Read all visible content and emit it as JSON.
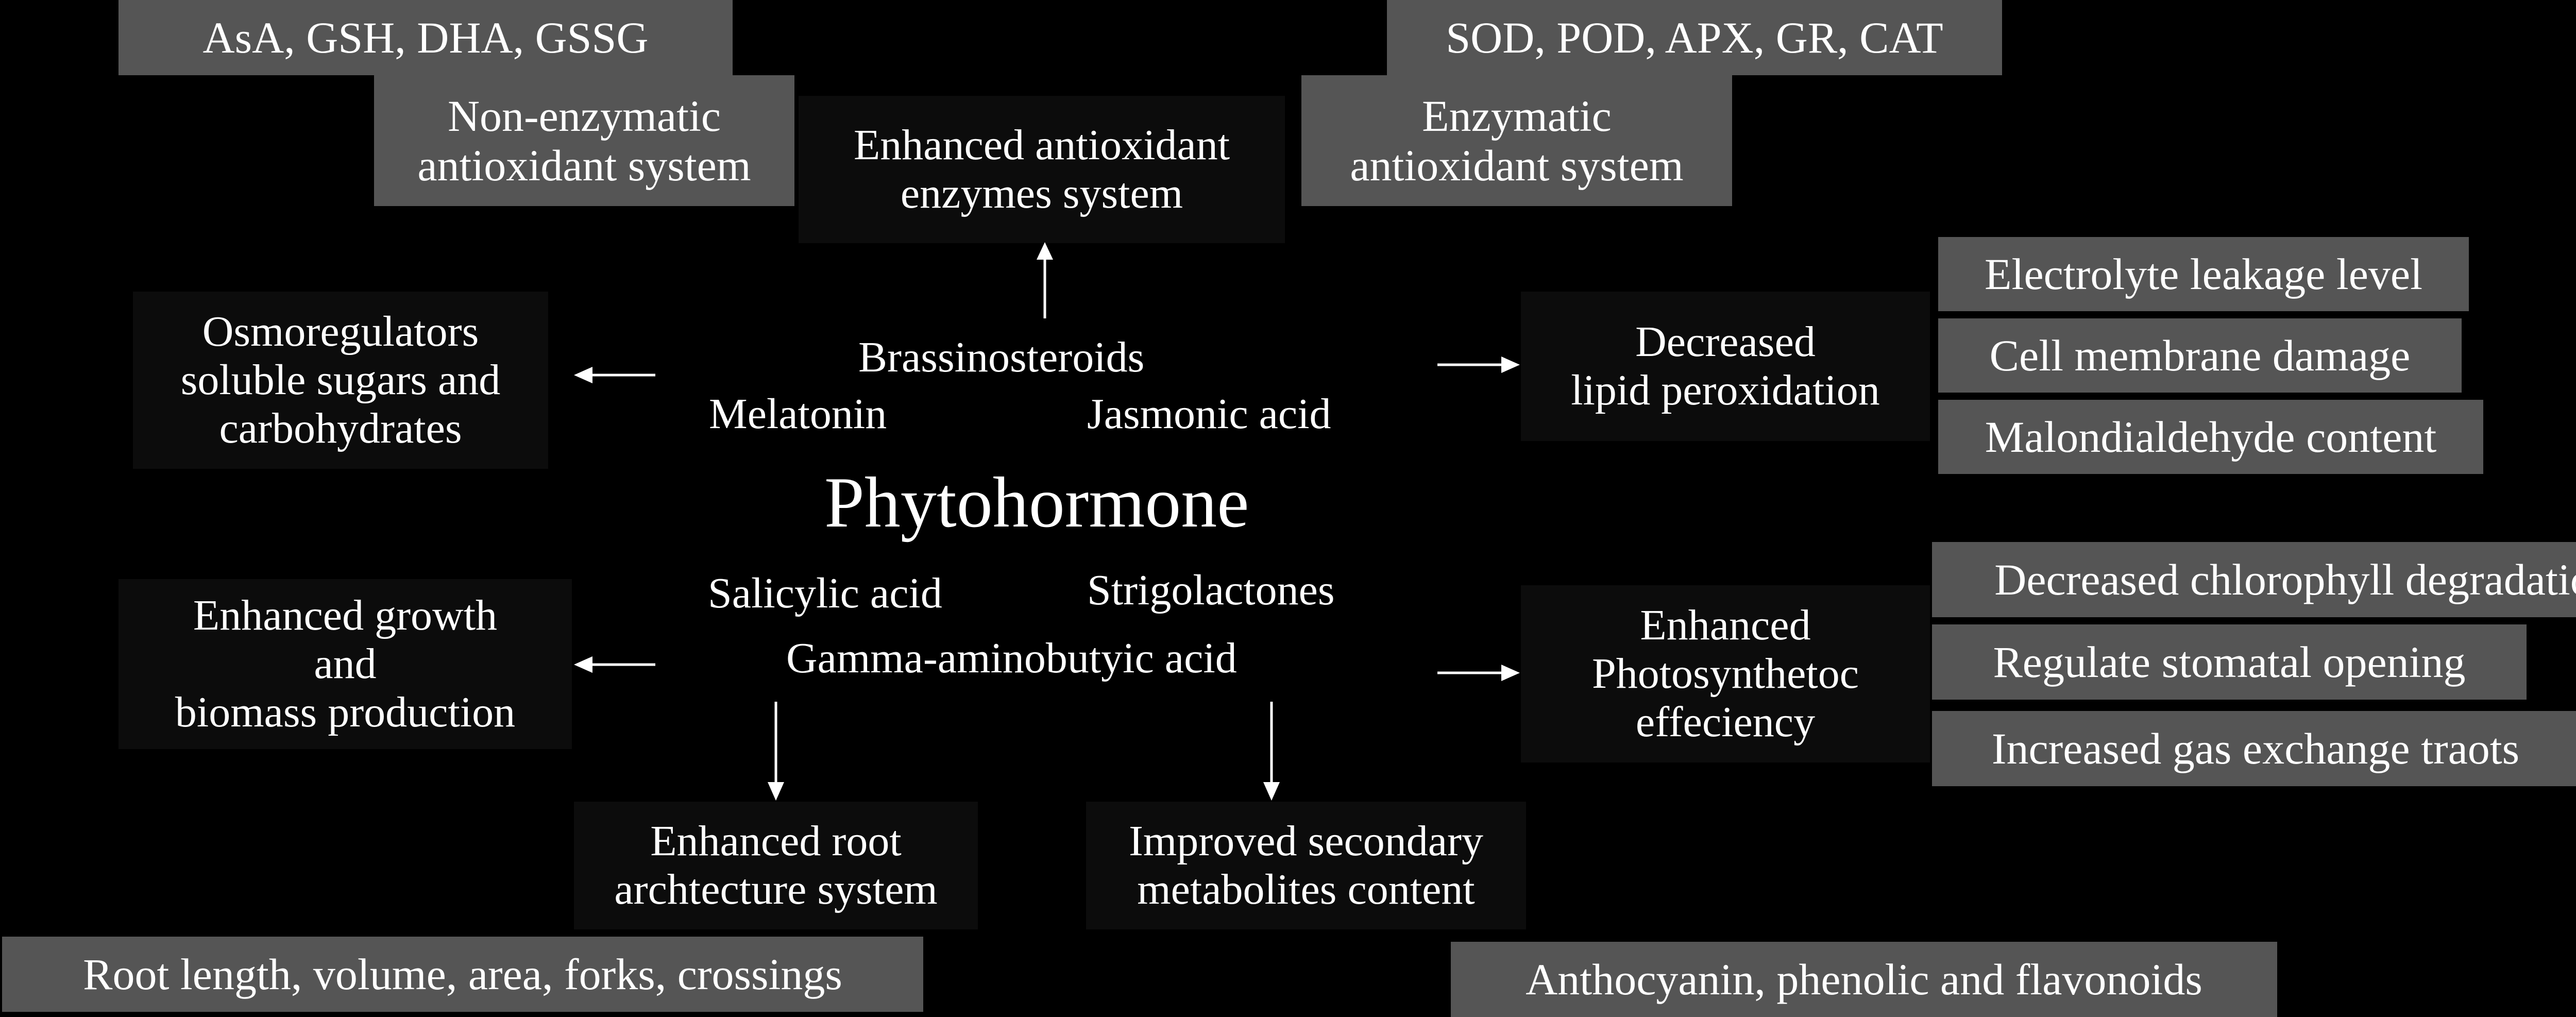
{
  "colors": {
    "background": "#000000",
    "gray_box": "#555555",
    "dark_box": "#0c0c0c",
    "text": "#ffffff",
    "arrow": "#ffffff"
  },
  "center": {
    "title": "Phytohormone",
    "hormones": {
      "brassinosteroids": "Brassinosteroids",
      "melatonin": "Melatonin",
      "jasmonic_acid": "Jasmonic acid",
      "salicylic_acid": "Salicylic acid",
      "strigolactones": "Strigolactones",
      "gaba": "Gamma-aminobutyic acid"
    }
  },
  "top_left": {
    "detail": "AsA, GSH, DHA, GSSG",
    "category": "Non-enzymatic\nantioxidant system"
  },
  "top_center": {
    "effect": "Enhanced antioxidant\nenzymes system"
  },
  "top_right": {
    "detail": "SOD, POD, APX, GR, CAT",
    "category": "Enzymatic\nantioxidant system"
  },
  "left_upper": {
    "effect": "Osmoregulators\nsoluble sugars and\ncarbohydrates"
  },
  "left_lower": {
    "effect": "Enhanced growth\nand\nbiomass production"
  },
  "right_upper": {
    "effect": "Decreased\nlipid peroxidation",
    "details": [
      "Electrolyte leakage level",
      "Cell membrane damage",
      "Malondialdehyde content"
    ]
  },
  "right_lower": {
    "effect": "Enhanced\nPhotosynthetoc\neffeciency",
    "details": [
      "Decreased chlorophyll degradation",
      "Regulate stomatal opening",
      "Increased gas exchange traots"
    ]
  },
  "bottom_left": {
    "effect": "Enhanced root\narchtecture system",
    "detail": "Root length, volume, area, forks, crossings"
  },
  "bottom_right": {
    "effect": "Improved secondary\nmetabolites content",
    "detail": "Anthocyanin, phenolic and flavonoids"
  }
}
